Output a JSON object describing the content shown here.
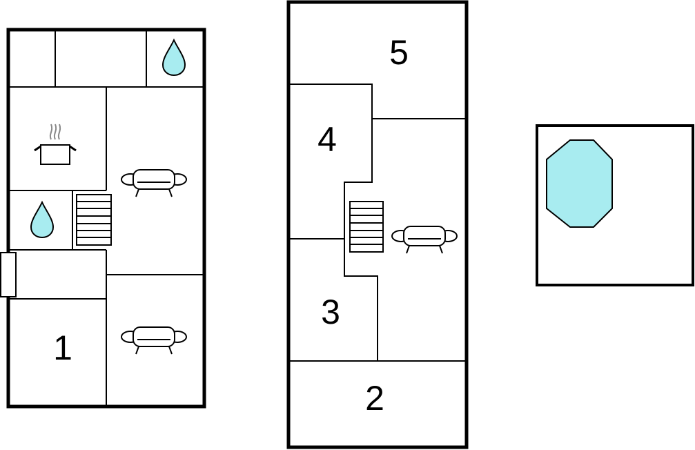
{
  "rooms": [
    {
      "id": "room-1",
      "label": "1"
    },
    {
      "id": "room-2",
      "label": "2"
    },
    {
      "id": "room-3",
      "label": "3"
    },
    {
      "id": "room-4",
      "label": "4"
    },
    {
      "id": "room-5",
      "label": "5"
    }
  ],
  "icons": {
    "bathroom": "water-drop-icon",
    "kitchen": "cooking-pot-icon",
    "living_room": "sofa-icon",
    "stairs": "stairs-icon",
    "pool": "pool-icon"
  },
  "colors": {
    "water": "#a8ecf0",
    "walls": "#000000",
    "background": "#ffffff"
  }
}
